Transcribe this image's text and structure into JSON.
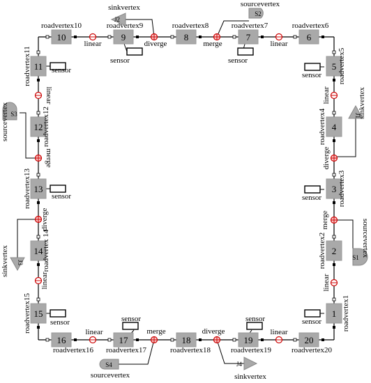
{
  "diagram": {
    "road_vertices": [
      {
        "id": "rv1",
        "number": "1",
        "label": "roadvertex1"
      },
      {
        "id": "rv2",
        "number": "2",
        "label": "roadvertex2"
      },
      {
        "id": "rv3",
        "number": "3",
        "label": "roadvertex3"
      },
      {
        "id": "rv4",
        "number": "4",
        "label": "roadvertex4"
      },
      {
        "id": "rv5",
        "number": "5",
        "label": "roadvertex5"
      },
      {
        "id": "rv6",
        "number": "6",
        "label": "roadvertex6"
      },
      {
        "id": "rv7",
        "number": "7",
        "label": "roadvertex7"
      },
      {
        "id": "rv8",
        "number": "8",
        "label": "roadvertex8"
      },
      {
        "id": "rv9",
        "number": "9",
        "label": "roadvertex9"
      },
      {
        "id": "rv10",
        "number": "10",
        "label": "roadvertex10"
      },
      {
        "id": "rv11",
        "number": "11",
        "label": "roadvertex11"
      },
      {
        "id": "rv12",
        "number": "12",
        "label": "roadvertex12"
      },
      {
        "id": "rv13",
        "number": "13",
        "label": "roadvertex13"
      },
      {
        "id": "rv14",
        "number": "14",
        "label": "roadvertex 14"
      },
      {
        "id": "rv15",
        "number": "15",
        "label": "roadvertex15"
      },
      {
        "id": "rv16",
        "number": "16",
        "label": "roadvertex16"
      },
      {
        "id": "rv17",
        "number": "17",
        "label": "roadvertex17"
      },
      {
        "id": "rv18",
        "number": "18",
        "label": "roadvertex18"
      },
      {
        "id": "rv19",
        "number": "19",
        "label": "roadvertex19"
      },
      {
        "id": "rv20",
        "number": "20",
        "label": "roadvertex20"
      }
    ],
    "junctions": [
      {
        "id": "j_top_linear_a",
        "label": "linear"
      },
      {
        "id": "j_top_diverge",
        "label": "diverge"
      },
      {
        "id": "j_top_merge",
        "label": "merge"
      },
      {
        "id": "j_top_linear_b",
        "label": "linear"
      },
      {
        "id": "j_right_linear",
        "label": "linear"
      },
      {
        "id": "j_right_diverge",
        "label": "diverge"
      },
      {
        "id": "j_right_merge",
        "label": "merge"
      },
      {
        "id": "j_right_linear_b",
        "label": "linear"
      },
      {
        "id": "j_left_linear",
        "label": "linear"
      },
      {
        "id": "j_left_merge",
        "label": "merge"
      },
      {
        "id": "j_left_diverge",
        "label": "diverge"
      },
      {
        "id": "j_left_linear_b",
        "label": "linear"
      },
      {
        "id": "j_bot_linear",
        "label": "linear"
      },
      {
        "id": "j_bot_merge",
        "label": "merge"
      },
      {
        "id": "j_bot_diverge",
        "label": "diverge"
      },
      {
        "id": "j_bot_linear_b",
        "label": "linear"
      }
    ],
    "sources": [
      {
        "id": "S1",
        "label": "S1",
        "caption": "sourcevertex"
      },
      {
        "id": "S2",
        "label": "S2",
        "caption": "sourcevertex"
      },
      {
        "id": "S3",
        "label": "S3",
        "caption": "sourcevertex"
      },
      {
        "id": "S4",
        "label": "S4",
        "caption": "sourcevertex"
      }
    ],
    "sinks": [
      {
        "id": "J1",
        "label": "J1",
        "caption": "sinkvertex"
      },
      {
        "id": "J2",
        "label": "J2",
        "caption": "sinkvertex"
      },
      {
        "id": "J3",
        "label": "J3",
        "caption": "sinkvertex"
      },
      {
        "id": "J4",
        "label": "J4",
        "caption": "sinkvertex"
      }
    ],
    "sensor_label": "sensor"
  }
}
